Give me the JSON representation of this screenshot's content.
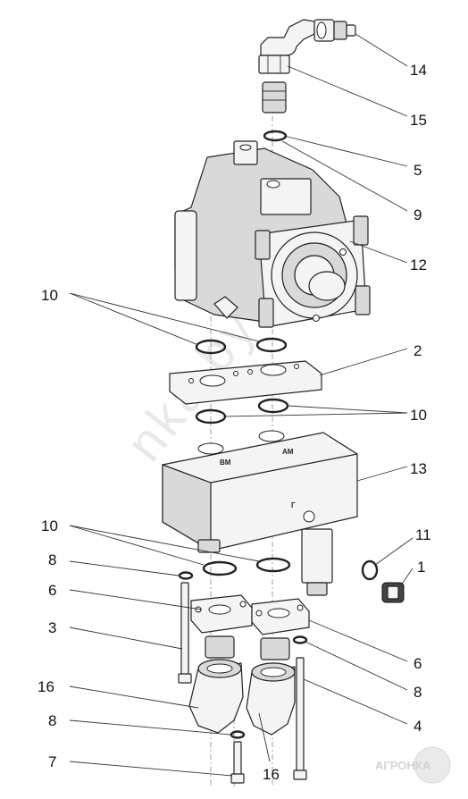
{
  "watermark": "nka.by",
  "logo": {
    "text": "АГРОНКА"
  },
  "block_markings": {
    "left_port": "ВМ",
    "right_port": "АМ",
    "port_letter": "Г"
  },
  "callouts": [
    {
      "id": "c14",
      "label": "14"
    },
    {
      "id": "c15",
      "label": "15"
    },
    {
      "id": "c5",
      "label": "5"
    },
    {
      "id": "c9",
      "label": "9"
    },
    {
      "id": "c12",
      "label": "12"
    },
    {
      "id": "c10a",
      "label": "10"
    },
    {
      "id": "c2",
      "label": "2"
    },
    {
      "id": "c10b",
      "label": "10"
    },
    {
      "id": "c13",
      "label": "13"
    },
    {
      "id": "c10c",
      "label": "10"
    },
    {
      "id": "c11",
      "label": "11"
    },
    {
      "id": "c1",
      "label": "1"
    },
    {
      "id": "c8a",
      "label": "8"
    },
    {
      "id": "c6a",
      "label": "6"
    },
    {
      "id": "c3",
      "label": "3"
    },
    {
      "id": "c6b",
      "label": "6"
    },
    {
      "id": "c8b",
      "label": "8"
    },
    {
      "id": "c16a",
      "label": "16"
    },
    {
      "id": "c4",
      "label": "4"
    },
    {
      "id": "c8c",
      "label": "8"
    },
    {
      "id": "c7",
      "label": "7"
    },
    {
      "id": "c16b",
      "label": "16"
    }
  ]
}
